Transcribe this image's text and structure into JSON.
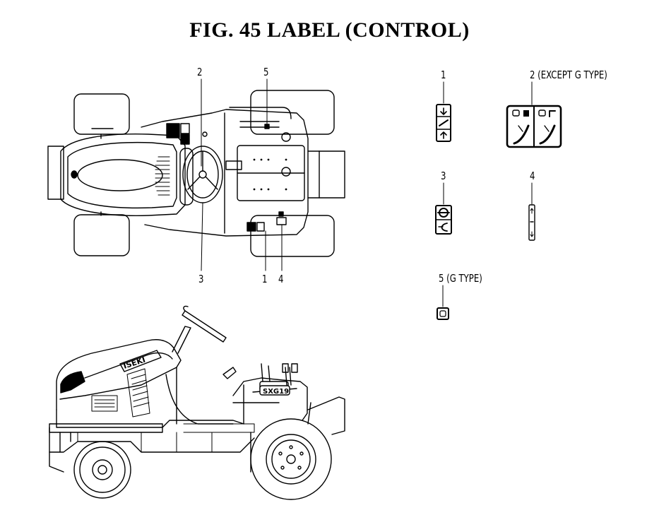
{
  "title": "FIG. 45  LABEL (CONTROL)",
  "callouts": {
    "top_view": {
      "c2": "2",
      "c5": "5",
      "c3": "3",
      "c1": "1",
      "c4": "4"
    },
    "labels_legend": {
      "l1": "1",
      "l2": "2 (EXCEPT G TYPE)",
      "l3": "3",
      "l4": "4",
      "l5": "5 (G TYPE)"
    }
  },
  "machine": {
    "brand_decal": "ISEKI",
    "model_decal": "SXG19"
  }
}
